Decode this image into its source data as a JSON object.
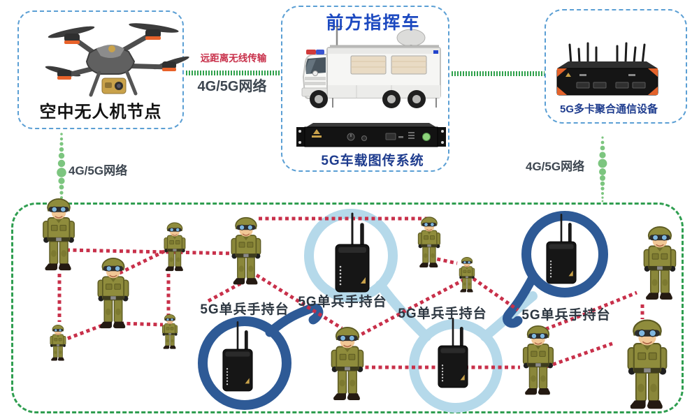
{
  "drone_box": {
    "label": "空中无人机节点"
  },
  "command_box": {
    "title": "前方指挥车",
    "rack_label": "5G车载图传系统"
  },
  "router_box": {
    "label": "5G多卡聚合通信设备"
  },
  "links": {
    "long_range": "远距离无线传输",
    "net_center": "4G/5G网络",
    "net_left": "4G/5G网络",
    "net_right": "4G/5G网络"
  },
  "mesh": {
    "handheld_labels": [
      "5G单兵手持台",
      "5G单兵手持台",
      "5G单兵手持台",
      "5G单兵手持台"
    ]
  },
  "icons": {
    "drone": "drone-icon",
    "command_truck": "command-truck-icon",
    "rack_unit": "rack-transmitter-icon",
    "router": "aggregation-router-icon",
    "soldier": "soldier-icon",
    "handheld": "handheld-radio-icon"
  },
  "colors": {
    "box_border_blue": "#5b9fd4",
    "box_border_green": "#2f9e50",
    "link_green": "#2fa14b",
    "dot_green": "#7cc57f",
    "mesh_red": "#c8304a",
    "ring_light_blue": "#b5d9ea",
    "ring_dark_blue": "#2e5a96",
    "title_blue": "#1c49c0",
    "label_navy": "#1e3c8e",
    "text_dark": "#3d4650"
  }
}
